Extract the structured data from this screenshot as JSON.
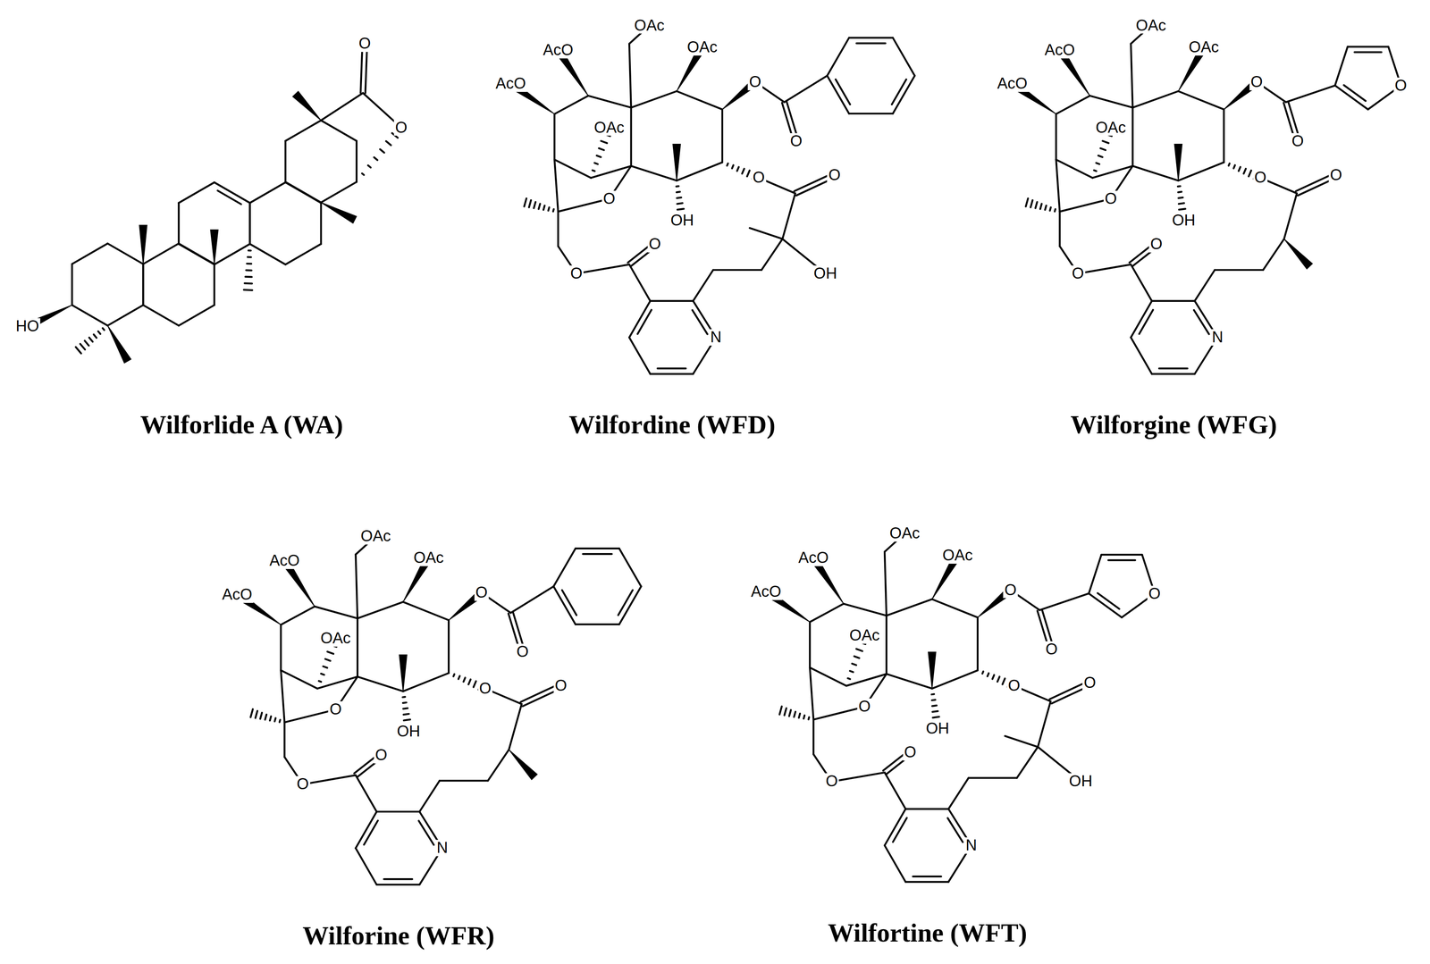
{
  "diagram": {
    "labels": [
      "O",
      "O",
      "HO",
      "Wilforlide A (WA)",
      "AcO",
      "AcO",
      "OAc",
      "OAc",
      "O",
      "O",
      "OAc",
      "O",
      "OH",
      "O",
      "O",
      "O",
      "O",
      "OH",
      "N",
      "Wilfordine (WFD)",
      "AcO",
      "AcO",
      "OAc",
      "OAc",
      "O",
      "O",
      "O",
      "OAc",
      "O",
      "OH",
      "O",
      "O",
      "O",
      "O",
      "N",
      "Wilforgine (WFG)",
      "AcO",
      "AcO",
      "OAc",
      "OAc",
      "O",
      "O",
      "OAc",
      "O",
      "OH",
      "O",
      "O",
      "O",
      "O",
      "N",
      "Wilforine (WFR)",
      "AcO",
      "AcO",
      "OAc",
      "OAc",
      "O",
      "O",
      "O",
      "OAc",
      "O",
      "OH",
      "O",
      "O",
      "O",
      "O",
      "OH",
      "N",
      "Wilfortine (WFT)"
    ]
  }
}
